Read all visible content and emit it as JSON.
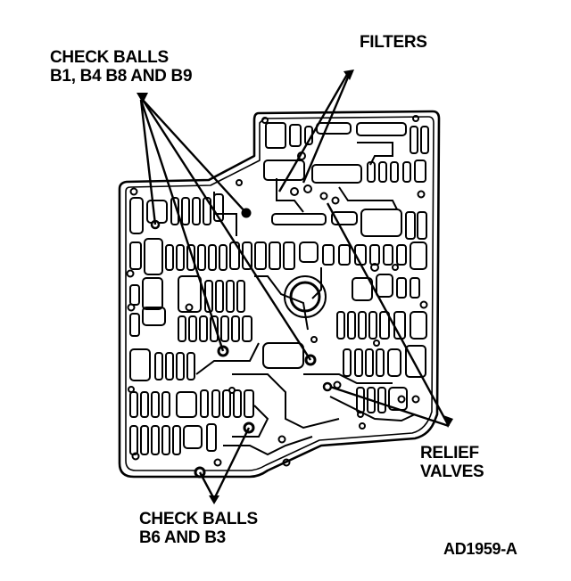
{
  "figure": {
    "figure_id": "AD1959-A",
    "subject": "Transmission valve body separator plate",
    "callouts": [
      {
        "id": "check-balls-upper",
        "lines": [
          "CHECK BALLS",
          "B1, B4 B8 AND B9"
        ]
      },
      {
        "id": "filters",
        "lines": [
          "FILTERS"
        ]
      },
      {
        "id": "relief-valves",
        "lines": [
          "RELIEF",
          "VALVES"
        ]
      },
      {
        "id": "check-balls-lower",
        "lines": [
          "CHECK BALLS",
          "B6 AND B3"
        ]
      }
    ]
  },
  "colors": {
    "ink": "#000000",
    "paper": "#ffffff"
  }
}
